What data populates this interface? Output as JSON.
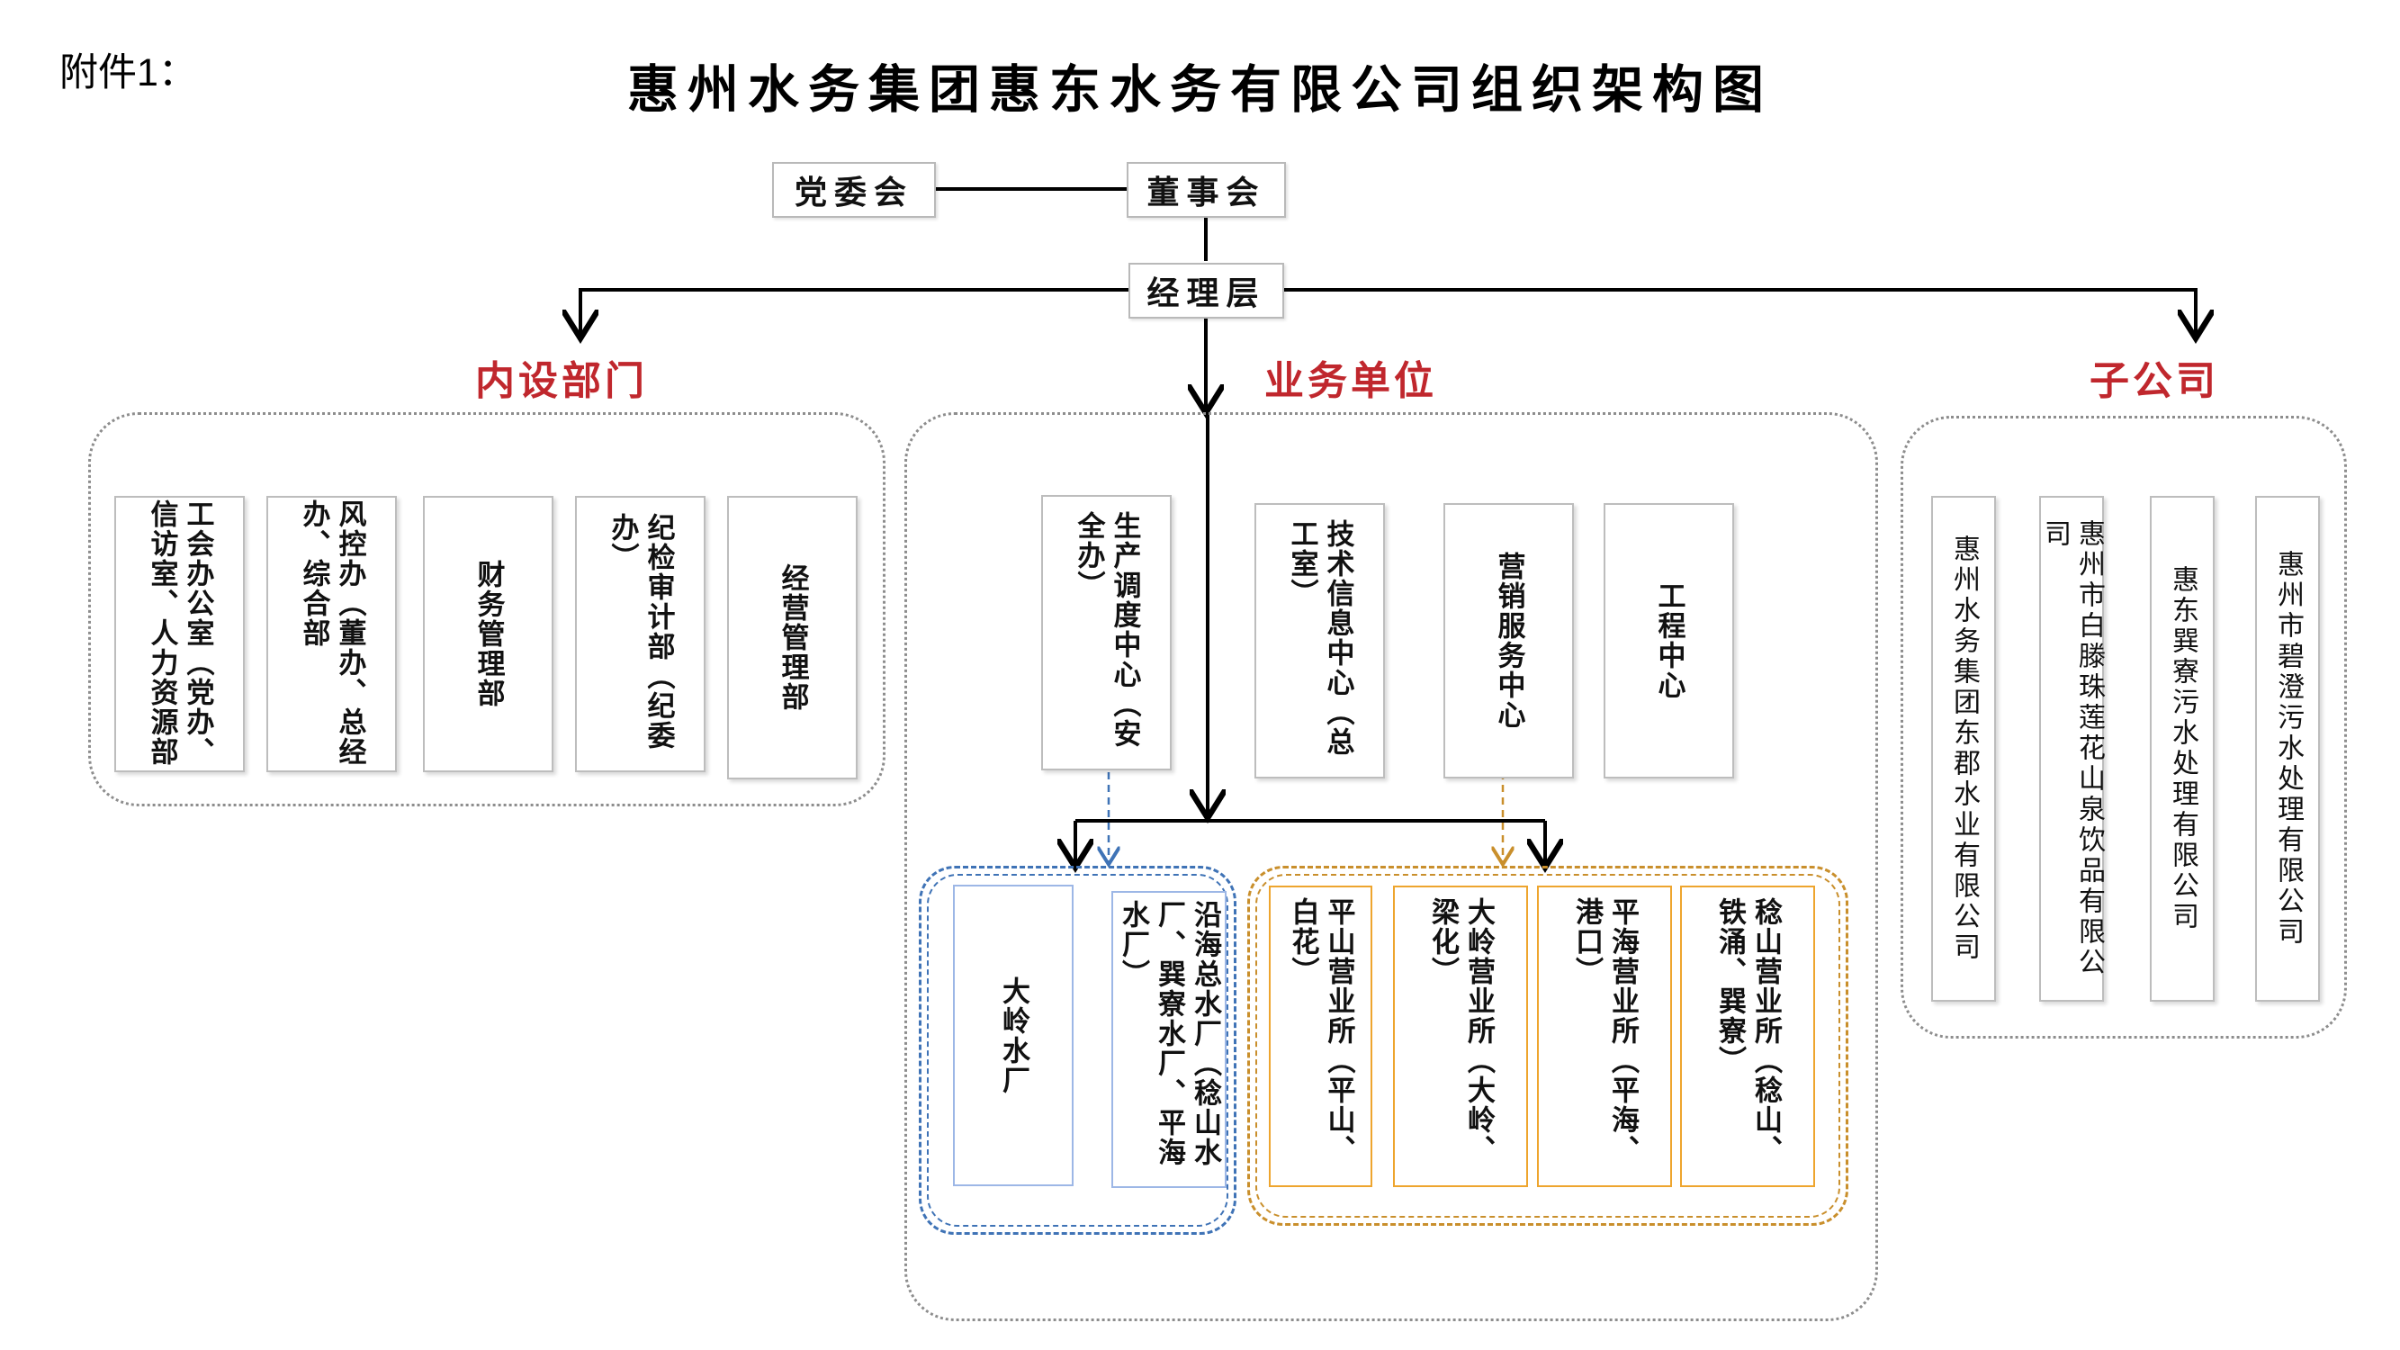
{
  "annex_label": "附件1：",
  "title": "惠州水务集团惠东水务有限公司组织架构图",
  "top": {
    "party": "党委会",
    "board": "董事会",
    "management": "经理层"
  },
  "categories": {
    "internal": "内设部门",
    "business": "业务单位",
    "subsidiary": "子公司"
  },
  "internal_depts": [
    "工会办公室（党办、信访室、人力资源部",
    "风控办（董办、总经办、综合部",
    "财务管理部",
    "纪检审计部（纪委办）",
    "经营管理部"
  ],
  "business_units": [
    "生产调度中心（安全办）",
    "技术信息中心（总工室）",
    "营销服务中心",
    "工程中心"
  ],
  "water_plants": [
    "大岭水厂",
    "沿海总水厂（稔山水厂、巽寮水厂、平海水厂）"
  ],
  "sales_offices": [
    "平山营业所（平山、白花）",
    "大岭营业所（大岭、梁化）",
    "平海营业所（平海、港口）",
    "稔山营业所（稔山、铁涌、巽寮）"
  ],
  "subsidiaries": [
    "惠州水务集团东郡水业有限公司",
    "惠州市白滕珠莲花山泉饮品有限公司",
    "惠东巽寮污水处理有限公司",
    "惠州市碧澄污水处理有限公司"
  ],
  "colors": {
    "category_red": "#c0272d",
    "plant_group_blue": "#3f73b6",
    "sales_group_orange": "#c98f2c"
  }
}
